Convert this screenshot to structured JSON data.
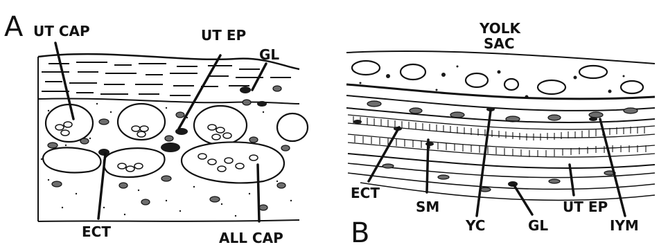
{
  "panel_a": {
    "letter": "A",
    "labels": {
      "ut_cap": "UT CAP",
      "ut_ep": "UT EP",
      "gl": "GL",
      "ect": "ECT",
      "all_cap": "ALL CAP"
    }
  },
  "panel_b": {
    "letter": "B",
    "labels": {
      "yolk": "YOLK",
      "sac": "SAC",
      "ect": "ECT",
      "sm": "SM",
      "yc": "YC",
      "gl": "GL",
      "ut_ep": "UT EP",
      "iym": "IYM"
    }
  }
}
